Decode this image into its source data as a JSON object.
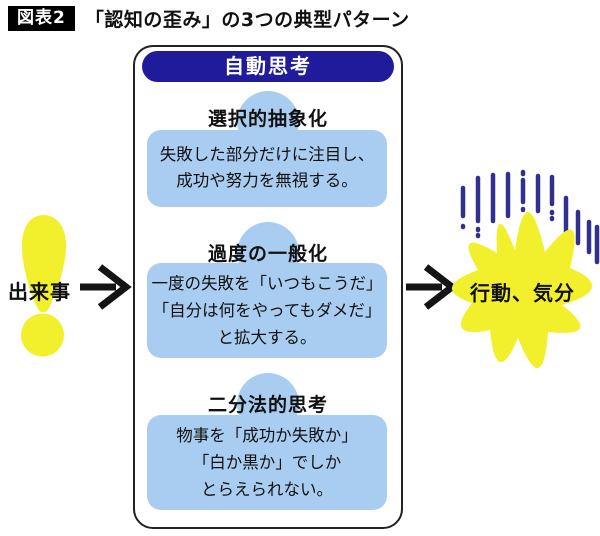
{
  "figure": {
    "tag": "図表2",
    "title": "「認知の歪み」の3つの典型パターン"
  },
  "flow": {
    "input_label": "出来事",
    "output_label": "行動、気分"
  },
  "panel": {
    "header": "自動思考",
    "sections": [
      {
        "heading": "選択的抽象化",
        "lines": [
          "失敗した部分だけに注目し、",
          "成功や努力を無視する。"
        ]
      },
      {
        "heading": "過度の一般化",
        "lines": [
          "一度の失敗を「いつもこうだ」",
          "「自分は何をやってもダメだ」",
          "と拡大する。"
        ]
      },
      {
        "heading": "二分法的思考",
        "lines": [
          "物事を「成功か失敗か」",
          "「白か黒か」でしか",
          "とらえられない。"
        ]
      }
    ]
  },
  "colors": {
    "tag_bg": "#000000",
    "header_bg": "#201b9b",
    "box_bg": "#a9cdf1",
    "accent_yellow": "#f2f02d",
    "burst_navy": "#31308f",
    "arrow_black": "#141414"
  }
}
